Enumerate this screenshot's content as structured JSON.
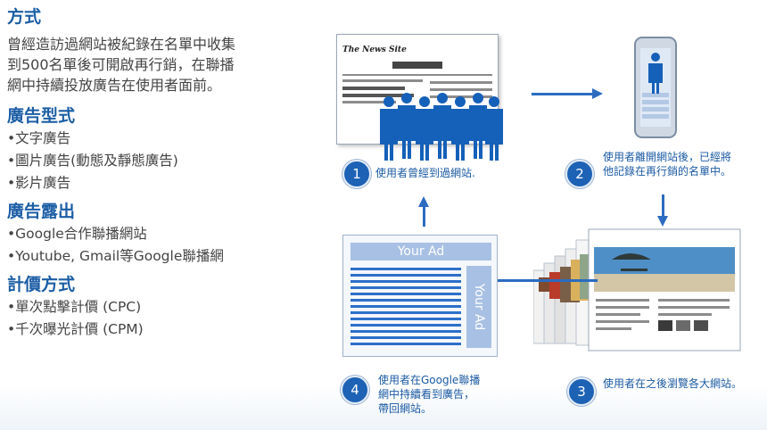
{
  "left": {
    "heading_method": "方式",
    "para_line1": "曾經造訪過網站被紀錄在名單中收集",
    "para_line2": "到500名單後可開啟再行銷，在聯播",
    "para_line3": "網中持續投放廣告在使用者面前。",
    "heading_types": "廣告型式",
    "types": [
      "•文字廣告",
      "•圖片廣告(動態及靜態廣告)",
      "•影片廣告"
    ],
    "heading_exposure": "廣告露出",
    "exposure": [
      "•Google合作聯播網站",
      "•Youtube, Gmail等Google聯播網"
    ],
    "heading_pricing": "計價方式",
    "pricing": [
      "•單次點擊計價 (CPC)",
      "•千次曝光計價 (CPM)"
    ]
  },
  "steps": {
    "s1": {
      "num": "1",
      "text": "使用者曾經到過網站."
    },
    "s2": {
      "num": "2",
      "line1": "使用者離開網站後，已經將",
      "line2": "他記錄在再行銷的名單中。"
    },
    "s3": {
      "num": "3",
      "text": "使用者在之後瀏覽各大網站。"
    },
    "s4": {
      "num": "4",
      "line1": "使用者在Google聯播",
      "line2": "網中持續看到廣告，",
      "line3": "帶回網站。"
    }
  },
  "news_site": {
    "brand": "The News Site"
  },
  "ad": {
    "top_label": "Your Ad",
    "side_label": "Your Ad"
  },
  "colors": {
    "heading": "#1c5ea5",
    "accent": "#1d62b5",
    "ad_fill": "#a8c0e3"
  }
}
